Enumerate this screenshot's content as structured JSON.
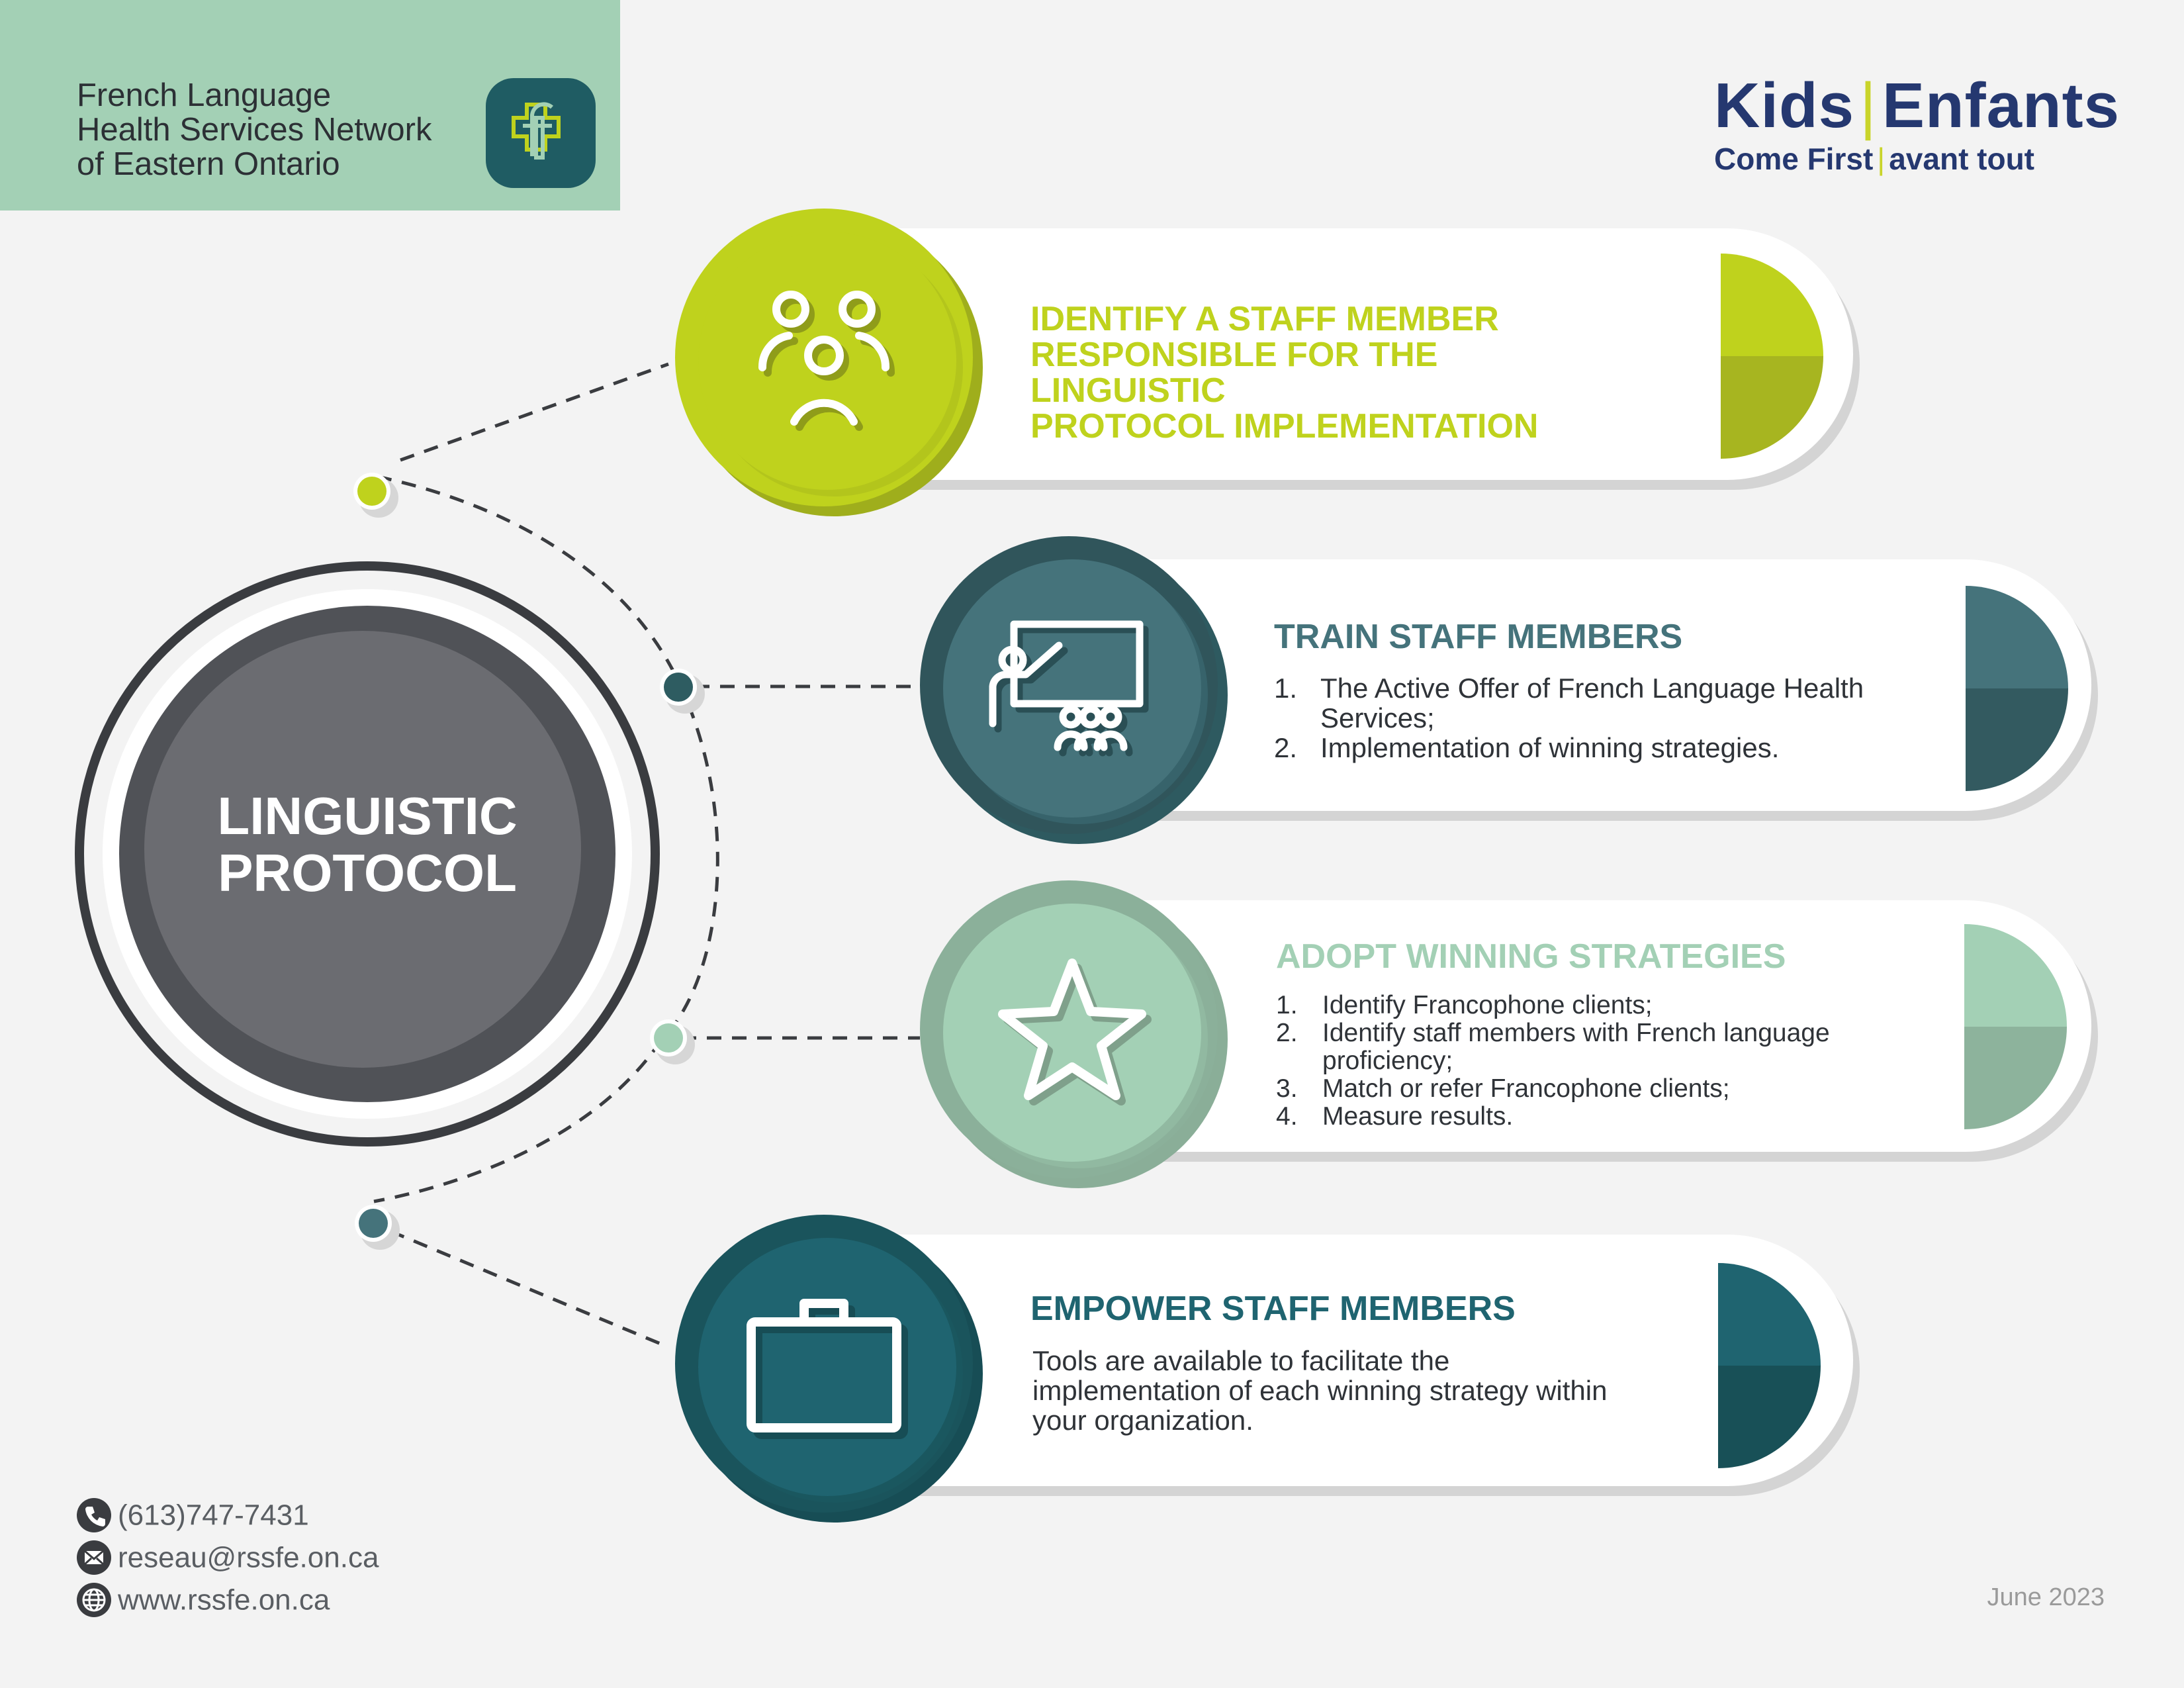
{
  "header": {
    "org_name_lines": [
      "French Language",
      "Health Services Network",
      "of Eastern Ontario"
    ],
    "logo_text_left": "Kids",
    "logo_text_right": "Enfants",
    "logo_tagline_left": "Come First",
    "logo_tagline_right": "avant tout"
  },
  "center": {
    "title_line1": "LINGUISTIC",
    "title_line2": "PROTOCOL"
  },
  "steps": [
    {
      "icon": "people-group-icon",
      "color": "#bfd21d",
      "title_lines": [
        "IDENTIFY A STAFF MEMBER",
        "RESPONSIBLE FOR THE LINGUISTIC",
        "PROTOCOL IMPLEMENTATION"
      ]
    },
    {
      "icon": "teacher-presentation-icon",
      "color": "#45737b",
      "title": "TRAIN STAFF MEMBERS",
      "items": [
        {
          "num": "1.",
          "lines": [
            "The Active Offer of French Language Health",
            "Services;"
          ]
        },
        {
          "num": "2.",
          "lines": [
            "Implementation of winning strategies."
          ]
        }
      ]
    },
    {
      "icon": "star-icon",
      "color": "#a3d0b5",
      "title": "ADOPT WINNING STRATEGIES",
      "items": [
        {
          "num": "1.",
          "lines": [
            "Identify Francophone clients;"
          ]
        },
        {
          "num": "2.",
          "lines": [
            "Identify staff members with French language",
            "proficiency;"
          ]
        },
        {
          "num": "3.",
          "lines": [
            "Match or refer Francophone clients;"
          ]
        },
        {
          "num": "4.",
          "lines": [
            "Measure results."
          ]
        }
      ]
    },
    {
      "icon": "briefcase-icon",
      "color": "#1f6470",
      "title": "EMPOWER STAFF MEMBERS",
      "body_lines": [
        "Tools are available to facilitate the",
        "implementation of each winning strategy within",
        "your organization."
      ]
    }
  ],
  "contact": {
    "phone": "(613)747-7431",
    "email": "reseau@rssfe.on.ca",
    "website": "www.rssfe.on.ca"
  },
  "date": "June 2023"
}
